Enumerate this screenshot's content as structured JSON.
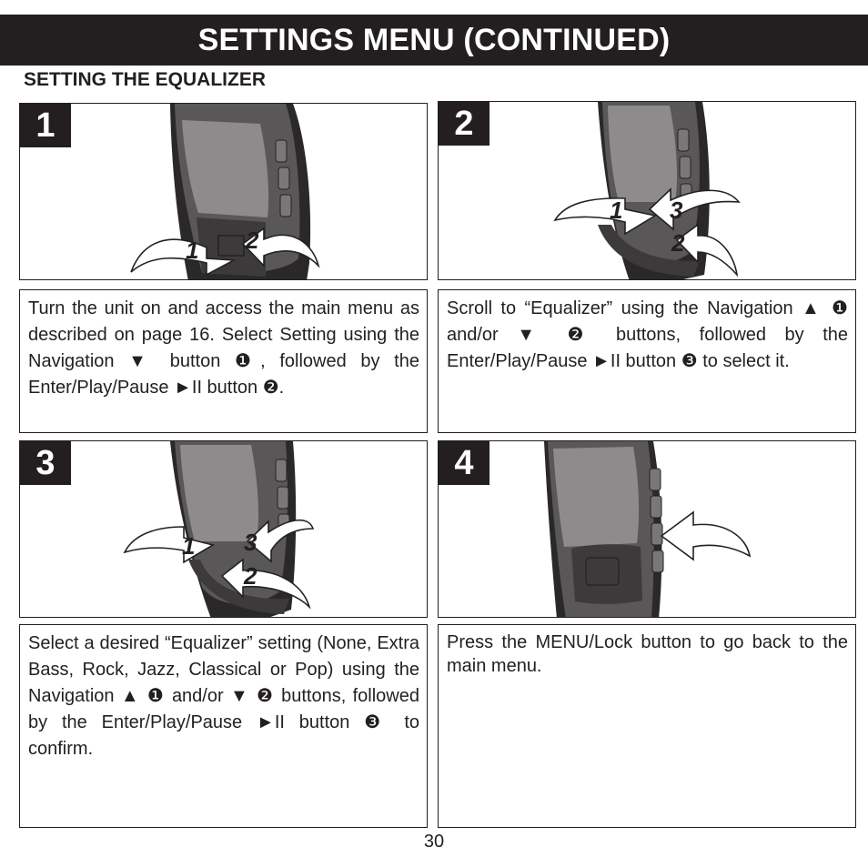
{
  "header": {
    "title": "SETTINGS MENU (CONTINUED)"
  },
  "section": {
    "title": "SETTING THE EQUALIZER"
  },
  "steps": [
    {
      "number": "1",
      "text": "Turn the unit on and access the main menu as described on page 16. Select Setting using the Navigation ▼ button ❶, followed by the Enter/Play/Pause ►II button ❷.",
      "arrow_labels": [
        "1",
        "2"
      ]
    },
    {
      "number": "2",
      "text": "Scroll to “Equalizer” using the Navigation ▲ ❶ and/or ▼ ❷ buttons, followed by the Enter/Play/Pause ►II button ❸ to select it.",
      "arrow_labels": [
        "1",
        "3",
        "2"
      ]
    },
    {
      "number": "3",
      "text": "Select a desired “Equalizer” setting (None, Extra Bass, Rock, Jazz, Classical or Pop) using the Navigation ▲ ❶ and/or ▼ ❷ buttons, followed by the Enter/Play/Pause ►II button ❸ to confirm.",
      "arrow_labels": [
        "1",
        "3",
        "2"
      ]
    },
    {
      "number": "4",
      "text": "Press the MENU/Lock button to go back to the main menu.",
      "arrow_labels": []
    }
  ],
  "footer": {
    "page_number": "30"
  },
  "colors": {
    "header_bg": "#231f20",
    "device_body": "#5a5758",
    "device_screen": "#8e8b8c",
    "device_edge": "#2b2829"
  }
}
